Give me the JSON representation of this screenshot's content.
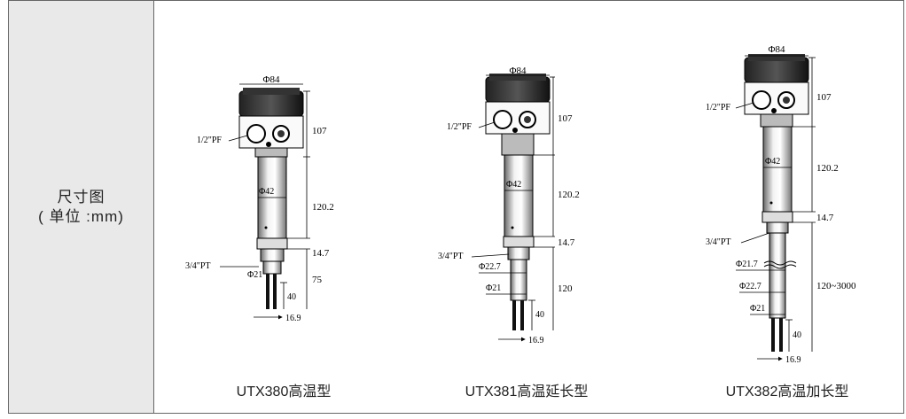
{
  "row_label": {
    "line1": "尺寸图",
    "line2": "( 单位 :mm)"
  },
  "products": [
    {
      "caption": "UTX380高温型",
      "dims": {
        "head_dia": "Φ84",
        "head_h": "107",
        "port_top": "1/2\"PF",
        "body_dia": "Φ42",
        "body_h": "120.2",
        "nut_h": "14.7",
        "port_bottom": "3/4\"PT",
        "tip_dia": "Φ21",
        "fork_h": "40",
        "total_h": "75",
        "fork_w": "16.9"
      }
    },
    {
      "caption": "UTX381高温延长型",
      "dims": {
        "head_dia": "Φ84",
        "head_h": "107",
        "port_top": "1/2\"PF",
        "body_dia": "Φ42",
        "body_h": "120.2",
        "nut_h": "14.7",
        "port_bottom": "3/4\"PT",
        "ext_dia": "Φ22.7",
        "tip_dia": "Φ21",
        "ext_h": "120",
        "fork_h": "40",
        "fork_w": "16.9"
      }
    },
    {
      "caption": "UTX382高温加长型",
      "dims": {
        "head_dia": "Φ84",
        "head_h": "107",
        "port_top": "1/2\"PF",
        "body_dia": "Φ42",
        "body_h": "120.2",
        "nut_h": "14.7",
        "port_bottom": "3/4\"PT",
        "ext_dia1": "Φ21.7",
        "ext_dia2": "Φ22.7",
        "tip_dia": "Φ21",
        "ext_h": "120~3000",
        "fork_h": "40",
        "fork_w": "16.9"
      }
    }
  ]
}
